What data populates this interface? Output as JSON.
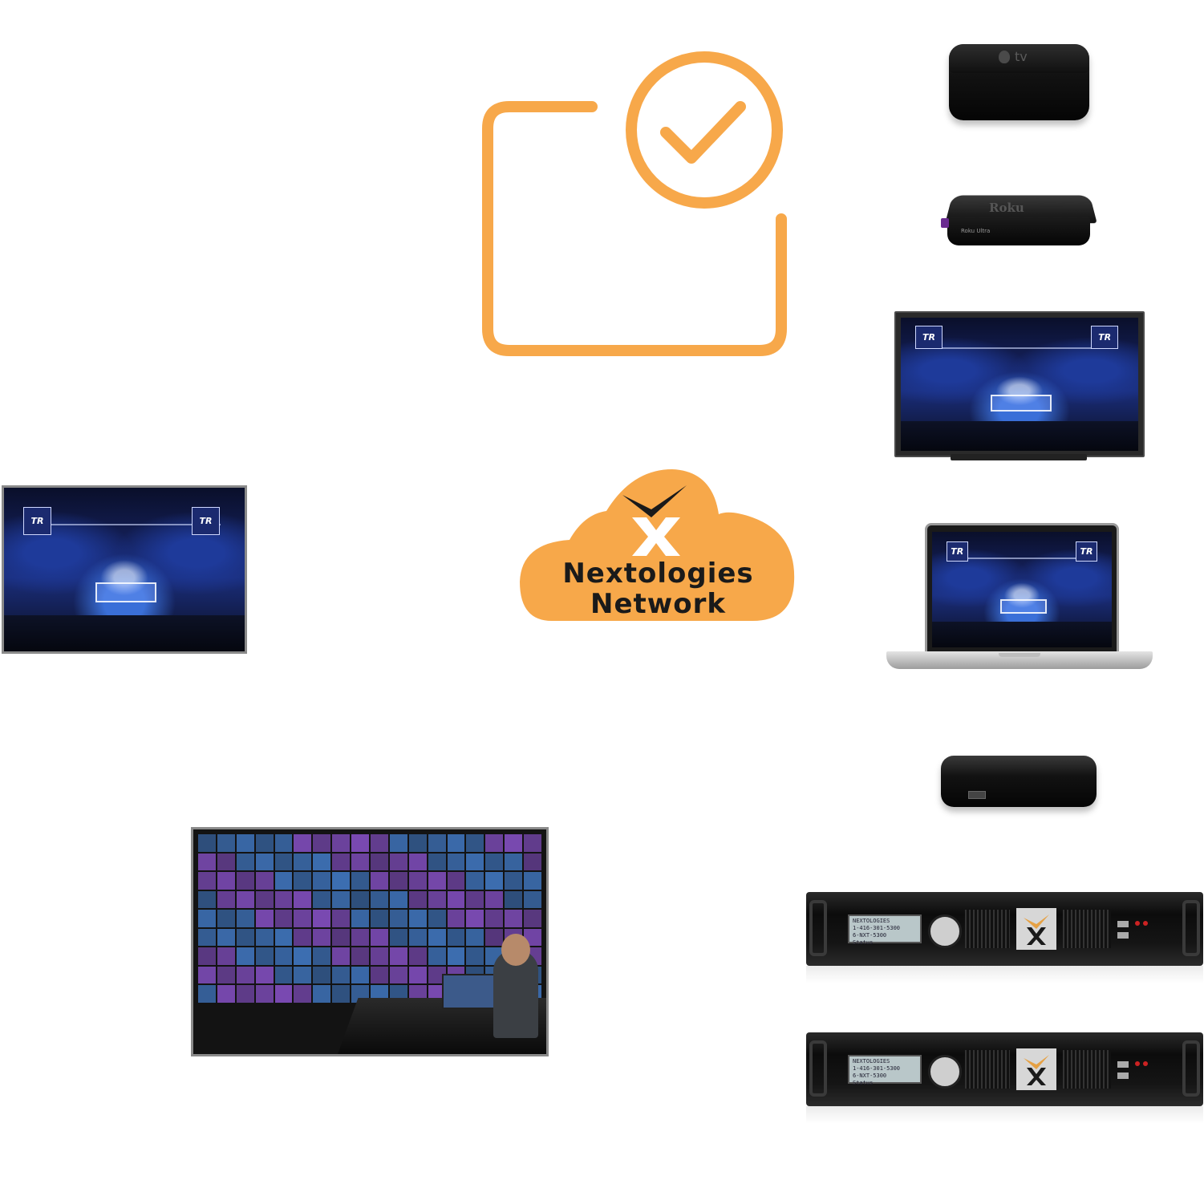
{
  "cloud": {
    "line1": "Nextologies",
    "line2": "Network"
  },
  "devices": {
    "apple_tv_label": "tv",
    "roku_label": "Roku",
    "roku_small": "Roku Ultra"
  },
  "arena_logo": "TR",
  "rack_lcd": [
    "NEXTOLOGIES",
    "1-416-301-5300",
    "6-NXT-5300",
    "Status"
  ],
  "colors": {
    "accent": "#f7a84a",
    "cloud": "#f7a84a",
    "dark": "#1a1a1a"
  }
}
